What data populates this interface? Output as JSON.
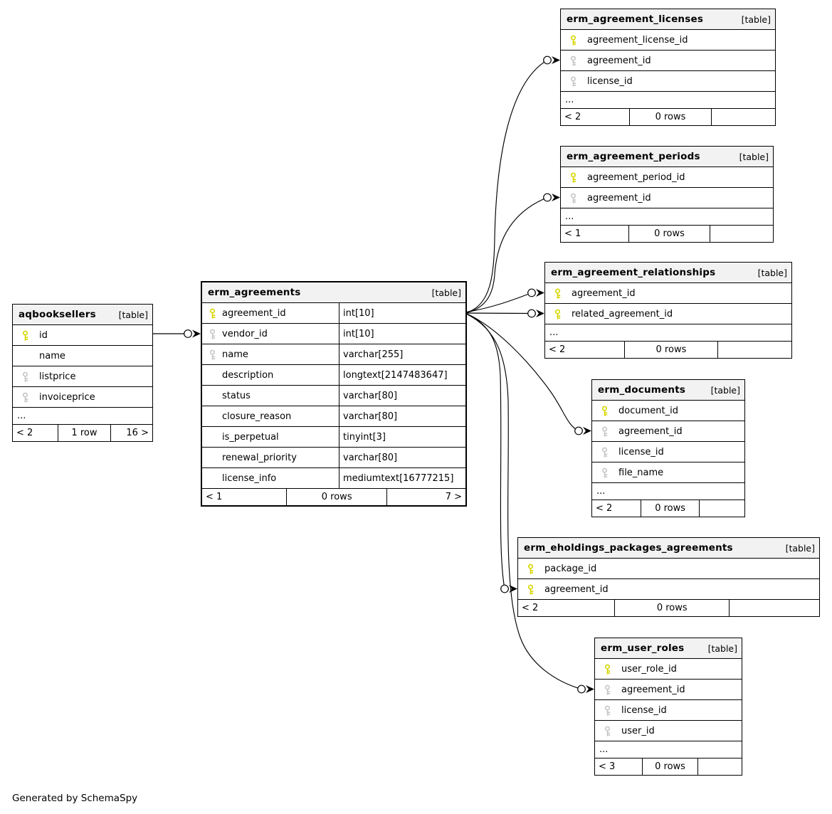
{
  "diagram": {
    "generated_by": "Generated by SchemaSpy"
  },
  "colors": {
    "primary_key": "#d6d600",
    "foreign_key": "#c6c6c6",
    "header_bg": "#f2f2f2",
    "border": "#000000"
  },
  "tables": [
    {
      "name": "aqbooksellers",
      "tag": "[table]",
      "columns": [
        {
          "name": "id",
          "key": "pk"
        },
        {
          "name": "name",
          "key": ""
        },
        {
          "name": "listprice",
          "key": "fk"
        },
        {
          "name": "invoiceprice",
          "key": "fk"
        }
      ],
      "ellipsis": "...",
      "footer": [
        "< 2",
        "1 row",
        "16 >"
      ]
    },
    {
      "name": "erm_agreements",
      "tag": "[table]",
      "columns": [
        {
          "name": "agreement_id",
          "type": "int[10]",
          "key": "pk"
        },
        {
          "name": "vendor_id",
          "type": "int[10]",
          "key": "fk"
        },
        {
          "name": "name",
          "type": "varchar[255]",
          "key": "fk"
        },
        {
          "name": "description",
          "type": "longtext[2147483647]",
          "key": ""
        },
        {
          "name": "status",
          "type": "varchar[80]",
          "key": ""
        },
        {
          "name": "closure_reason",
          "type": "varchar[80]",
          "key": ""
        },
        {
          "name": "is_perpetual",
          "type": "tinyint[3]",
          "key": ""
        },
        {
          "name": "renewal_priority",
          "type": "varchar[80]",
          "key": ""
        },
        {
          "name": "license_info",
          "type": "mediumtext[16777215]",
          "key": ""
        }
      ],
      "footer": [
        "< 1",
        "0 rows",
        "7 >"
      ]
    },
    {
      "name": "erm_agreement_licenses",
      "tag": "[table]",
      "columns": [
        {
          "name": "agreement_license_id",
          "key": "pk"
        },
        {
          "name": "agreement_id",
          "key": "fk"
        },
        {
          "name": "license_id",
          "key": "fk"
        }
      ],
      "ellipsis": "...",
      "footer": [
        "< 2",
        "0 rows",
        ""
      ]
    },
    {
      "name": "erm_agreement_periods",
      "tag": "[table]",
      "columns": [
        {
          "name": "agreement_period_id",
          "key": "pk"
        },
        {
          "name": "agreement_id",
          "key": "fk"
        }
      ],
      "ellipsis": "...",
      "footer": [
        "< 1",
        "0 rows",
        ""
      ]
    },
    {
      "name": "erm_agreement_relationships",
      "tag": "[table]",
      "columns": [
        {
          "name": "agreement_id",
          "key": "pk"
        },
        {
          "name": "related_agreement_id",
          "key": "pk"
        }
      ],
      "ellipsis": "...",
      "footer": [
        "< 2",
        "0 rows",
        ""
      ]
    },
    {
      "name": "erm_documents",
      "tag": "[table]",
      "columns": [
        {
          "name": "document_id",
          "key": "pk"
        },
        {
          "name": "agreement_id",
          "key": "fk"
        },
        {
          "name": "license_id",
          "key": "fk"
        },
        {
          "name": "file_name",
          "key": "fk"
        }
      ],
      "ellipsis": "...",
      "footer": [
        "< 2",
        "0 rows",
        ""
      ]
    },
    {
      "name": "erm_eholdings_packages_agreements",
      "tag": "[table]",
      "columns": [
        {
          "name": "package_id",
          "key": "pk"
        },
        {
          "name": "agreement_id",
          "key": "pk"
        }
      ],
      "footer": [
        "< 2",
        "0 rows",
        ""
      ]
    },
    {
      "name": "erm_user_roles",
      "tag": "[table]",
      "columns": [
        {
          "name": "user_role_id",
          "key": "pk"
        },
        {
          "name": "agreement_id",
          "key": "fk"
        },
        {
          "name": "license_id",
          "key": "fk"
        },
        {
          "name": "user_id",
          "key": "fk"
        }
      ],
      "ellipsis": "...",
      "footer": [
        "< 3",
        "0 rows",
        ""
      ]
    }
  ]
}
